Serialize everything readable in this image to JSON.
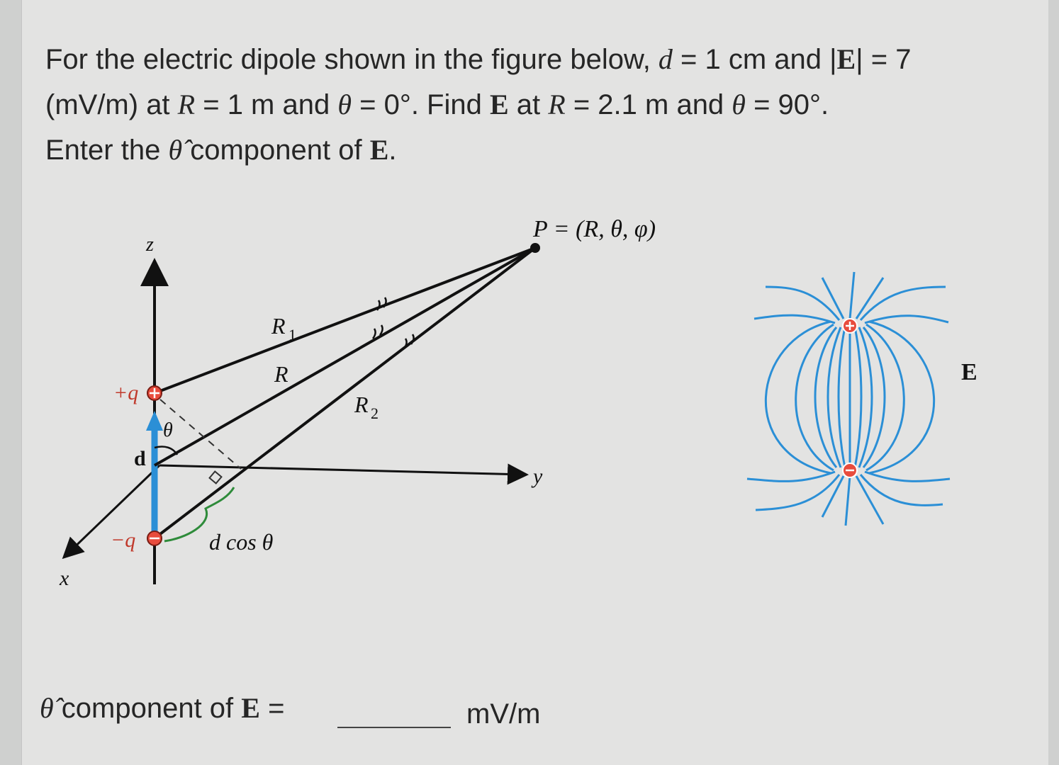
{
  "question": {
    "l1_a": "For the electric dipole shown in the figure below, ",
    "l1_d": "d",
    "l1_b": " = 1 cm and |",
    "l1_E": "E",
    "l1_c": "| = 7",
    "l2_a": "(mV/m) at ",
    "l2_R": "R",
    "l2_b": " = 1 m and ",
    "l2_theta": "θ",
    "l2_c": " = 0°. Find ",
    "l2_E": "E",
    "l2_d": " at ",
    "l2_R2": "R",
    "l2_e": " = 2.1 m and ",
    "l2_theta2": "θ",
    "l2_f": " = 90°.",
    "l3_a": "Enter the ",
    "l3_theta": "θ̂",
    "l3_b": " component of ",
    "l3_E": "E",
    "l3_c": "."
  },
  "figure": {
    "point_label": "P = (R, θ, φ)",
    "z": "z",
    "x": "x",
    "y": "y",
    "R1": "R",
    "R1_sub": "1",
    "R": "R",
    "R2": "R",
    "R2_sub": "2",
    "plus_q": "+q",
    "minus_q": "−q",
    "d": "d",
    "theta": "θ",
    "dcos": "d cos θ",
    "E": "E"
  },
  "answer": {
    "theta": "θ̂",
    "label": " component of ",
    "E": "E",
    "equals": " =",
    "value": "",
    "unit": "mV/m"
  },
  "colors": {
    "dipole_blue": "#2b8fd6",
    "charge_red": "#c0392b",
    "bracket_green": "#2e8b3a"
  }
}
